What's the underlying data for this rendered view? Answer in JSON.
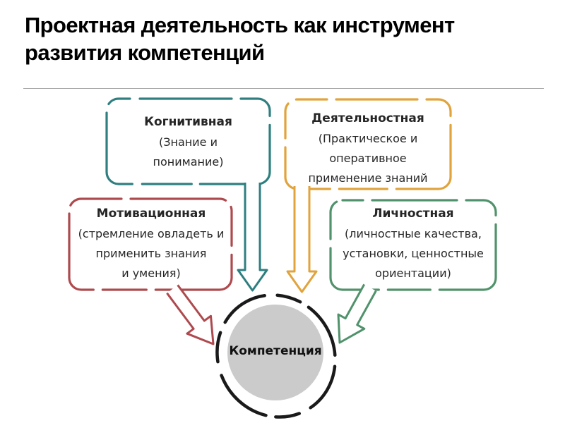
{
  "slide": {
    "title": "Проектная деятельность как инструмент\nразвития компетенций"
  },
  "colors": {
    "cognitive": "#2F7F80",
    "activity": "#E1A33C",
    "motivational": "#AE4A4E",
    "personal": "#50926B",
    "competence_fill": "#CBCBCB",
    "competence_outline": "#1A1A1A",
    "divider": "#A8A8A8"
  },
  "diagram": {
    "boxes": [
      {
        "id": "cognitive",
        "title": "Когнитивная",
        "body": "(Знание и\nпонимание)"
      },
      {
        "id": "activity",
        "title": "Деятельностная",
        "body": "(Практическое и\nоперативное\nприменение знаний"
      },
      {
        "id": "motivational",
        "title": "Мотивационная",
        "body": "(стремление овладеть и\nприменить знания\nи умения)"
      },
      {
        "id": "personal",
        "title": "Личностная",
        "body": "(личностные качества,\nустановки, ценностные\nориентации)"
      }
    ],
    "center": {
      "label": "Компетенция"
    }
  }
}
